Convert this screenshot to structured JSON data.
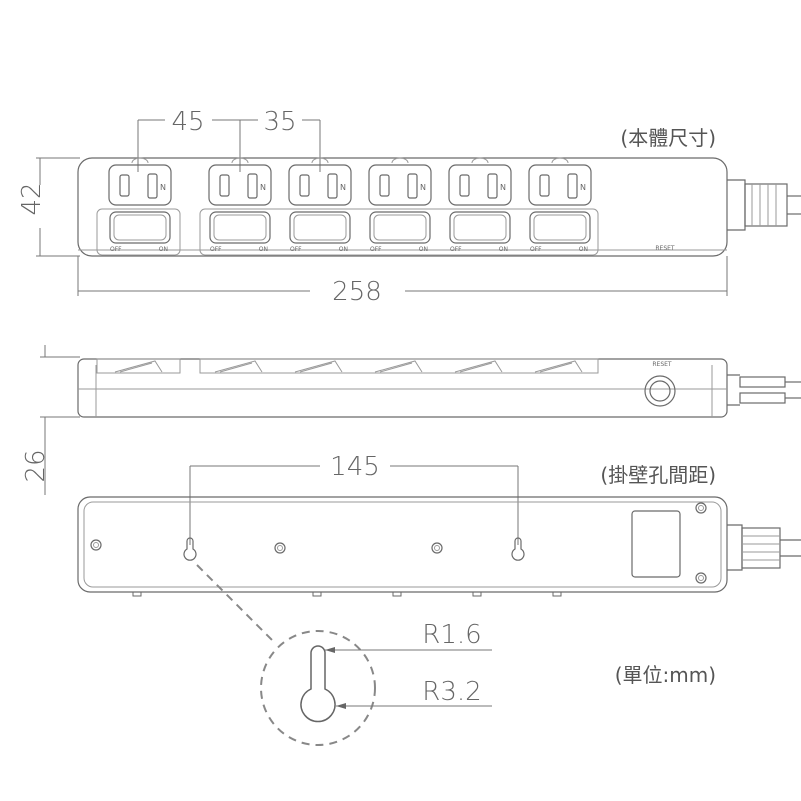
{
  "top_view": {
    "dim_pitch_1": "45",
    "dim_pitch_2": "35",
    "body_label": "(本體尺寸)",
    "dim_height": "42",
    "dim_length": "258",
    "socket_mark": "N",
    "switch_off": "OFF",
    "switch_on": "ON",
    "reset_label": "RESET",
    "outlet_count": 6
  },
  "side_view": {
    "dim_depth": "26",
    "reset_label": "RESET"
  },
  "bottom_view": {
    "dim_hole_spacing": "145",
    "hole_label": "(掛壁孔間距)"
  },
  "detail": {
    "radius_small": "R1.6",
    "radius_large": "R3.2",
    "unit_label": "(單位:mm)"
  },
  "colors": {
    "line": "#6a6a6a",
    "dashed": "#888888"
  }
}
